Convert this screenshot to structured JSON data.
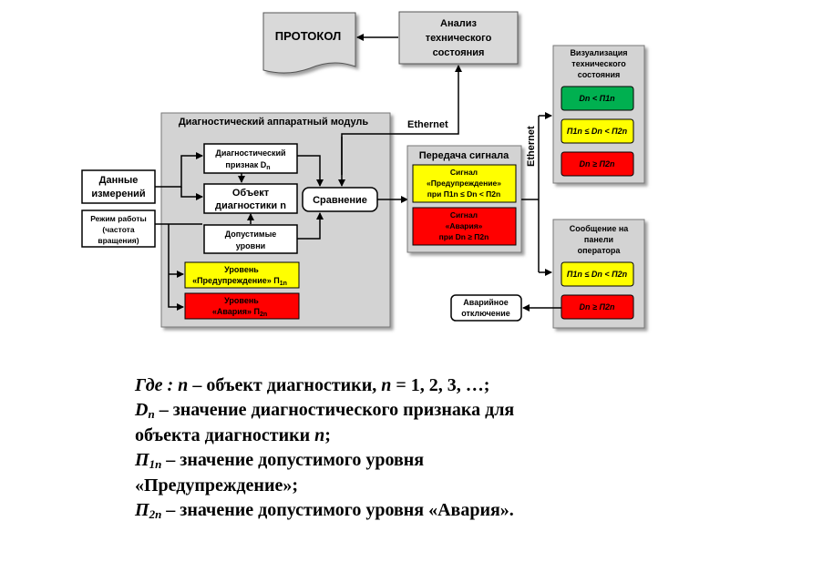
{
  "diagram": {
    "protocol": "ПРОТОКОЛ",
    "analysis": [
      "Анализ",
      "технического",
      "состояния"
    ],
    "ethernet_top": "Ethernet",
    "ethernet_side": "Ethernet",
    "module_title": "Диагностический аппаратный модуль",
    "input_data": [
      "Данные",
      "измерений"
    ],
    "input_mode": [
      "Режим работы",
      "(частота",
      "вращения)"
    ],
    "diag_sign": [
      "Диагностический",
      "признак D"
    ],
    "diag_sign_sub": "n",
    "object": [
      "Объект",
      "диагностики n"
    ],
    "allowed": [
      "Допустимые",
      "уровни"
    ],
    "compare": "Сравнение",
    "warn_level": [
      "Уровень",
      "«Предупреждение» П"
    ],
    "warn_level_sub": "1n",
    "alarm_level": [
      "Уровень",
      "«Авария» П"
    ],
    "alarm_level_sub": "2n",
    "transfer_title": "Передача сигнала",
    "signal_warn": [
      "Сигнал",
      "«Предупреждение»",
      "при П1n ≤ Dn < П2n"
    ],
    "signal_alarm": [
      "Сигнал",
      "«Авария»",
      "при Dn ≥ П2n"
    ],
    "viz_title": [
      "Визуализация",
      "технического",
      "состояния"
    ],
    "viz_green": "Dn < П1n",
    "viz_yellow": "П1n ≤ Dn < П2n",
    "viz_red": "Dn ≥ П2n",
    "msg_title": [
      "Сообщение на",
      "панели",
      "оператора"
    ],
    "msg_yellow": "П1n ≤ Dn < П2n",
    "msg_red": "Dn ≥ П2n",
    "shutdown": [
      "Аварийное",
      "отключение"
    ]
  },
  "legend": {
    "line1_a": "Где : n",
    "line1_b": " – объект диагностики, ",
    "line1_c": "n",
    "line1_d": " = 1, 2, 3, …;",
    "line2_a": "D",
    "line2_sub": "n",
    "line2_b": " – значение диагностического признака для",
    "line3_a": "объекта диагностики ",
    "line3_b": "n",
    "line3_c": ";",
    "line4_a": "П",
    "line4_sub": "1n",
    "line4_b": " – значение допустимого уровня",
    "line5": "«Предупреждение»;",
    "line6_a": "П",
    "line6_sub": "2n",
    "line6_b": " – значение допустимого уровня «Авария»."
  },
  "colors": {
    "panel_gray": "#d3d3d3",
    "green": "#00b050",
    "yellow": "#ffff00",
    "red": "#ff0000"
  }
}
